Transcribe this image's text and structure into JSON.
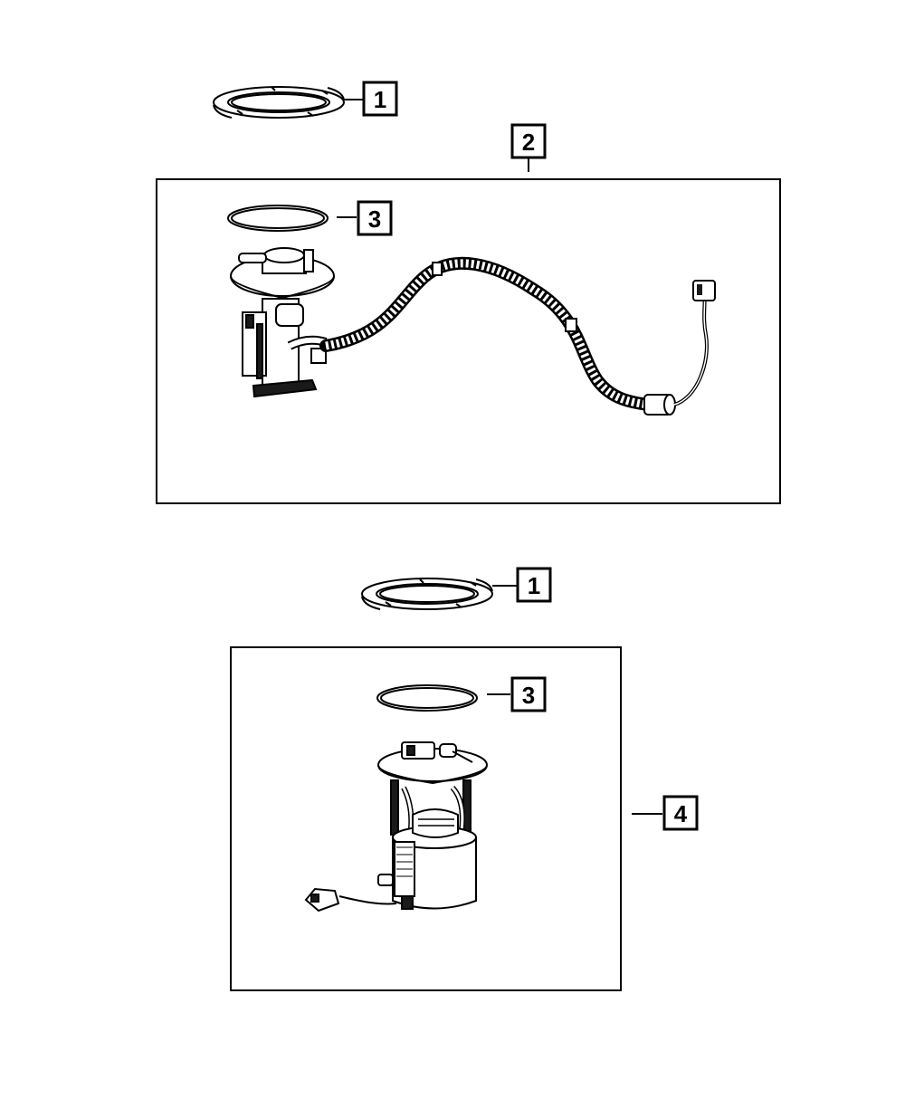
{
  "callouts": {
    "top_ring": "1",
    "assembly_with_harness": "2",
    "top_oring": "3",
    "bottom_ring": "1",
    "bottom_oring": "3",
    "module_assembly": "4"
  },
  "colors": {
    "line": "#000000",
    "background": "#ffffff",
    "fill_light": "#ffffff",
    "fill_dark": "#1a1a1a"
  }
}
